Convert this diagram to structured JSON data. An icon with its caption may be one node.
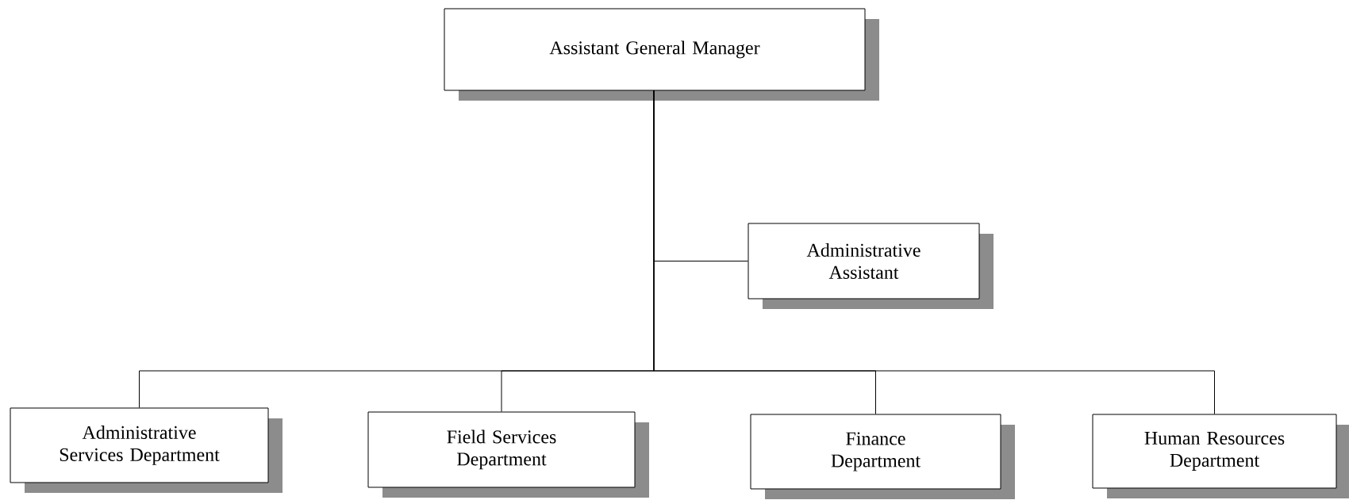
{
  "diagram": {
    "nodes": [
      {
        "text": [
          "Assistant General Manager"
        ]
      },
      {
        "text": [
          "Administrative Assistant"
        ]
      },
      {
        "text": [
          "Administrative Services Department"
        ]
      },
      {
        "text": [
          "Field Services Department"
        ]
      },
      {
        "text": [
          "Finance Department"
        ]
      },
      {
        "text": [
          "Human Resources Department"
        ]
      }
    ],
    "edges": [
      {
        "from": 0,
        "to": 1,
        "arrow": "none"
      },
      {
        "from": 0,
        "to": 2,
        "arrow": "none"
      },
      {
        "from": 0,
        "to": 3,
        "arrow": "none"
      },
      {
        "from": 0,
        "to": 4,
        "arrow": "none"
      },
      {
        "from": 0,
        "to": 5,
        "arrow": "none"
      }
    ]
  }
}
